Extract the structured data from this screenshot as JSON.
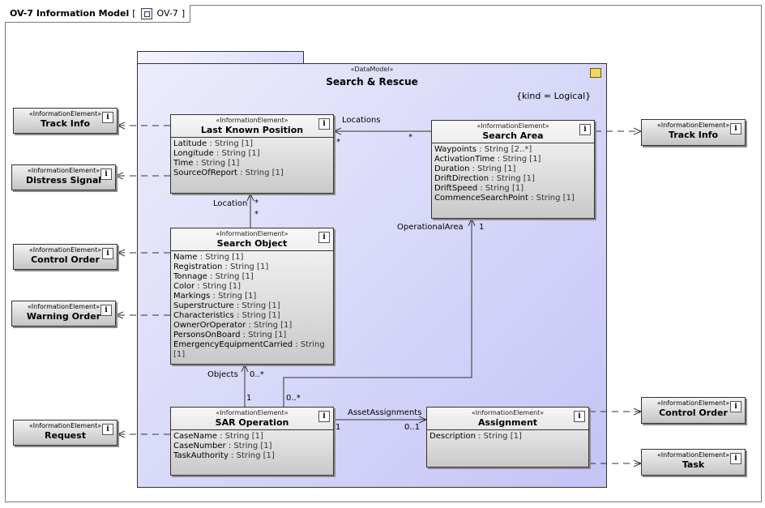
{
  "frame": {
    "title": "OV-7 Information Model",
    "diagram_ref": "OV-7"
  },
  "package": {
    "stereotype": "«DataModel»",
    "name": "Search & Rescue",
    "kind": "{kind = Logical}"
  },
  "classes": {
    "last_known_position": {
      "stereotype": "«InformationElement»",
      "name": "Last Known Position",
      "attrs": [
        {
          "n": "Latitude",
          "t": " : String [1]"
        },
        {
          "n": "Longitude",
          "t": " : String [1]"
        },
        {
          "n": "Time",
          "t": " : String [1]"
        },
        {
          "n": "SourceOfReport",
          "t": " : String [1]"
        }
      ]
    },
    "search_area": {
      "stereotype": "«InformationElement»",
      "name": "Search Area",
      "attrs": [
        {
          "n": "Waypoints",
          "t": " : String [2..*]"
        },
        {
          "n": "ActivationTime",
          "t": " : String [1]"
        },
        {
          "n": "Duration",
          "t": " : String [1]"
        },
        {
          "n": "DriftDirection",
          "t": " : String [1]"
        },
        {
          "n": "DriftSpeed",
          "t": " : String [1]"
        },
        {
          "n": "CommenceSearchPoint",
          "t": " : String [1]"
        }
      ]
    },
    "search_object": {
      "stereotype": "«InformationElement»",
      "name": "Search Object",
      "attrs": [
        {
          "n": "Name",
          "t": " : String [1]"
        },
        {
          "n": "Registration",
          "t": " : String [1]"
        },
        {
          "n": "Tonnage",
          "t": " : String [1]"
        },
        {
          "n": "Color",
          "t": " : String [1]"
        },
        {
          "n": "Markings",
          "t": " : String [1]"
        },
        {
          "n": "Superstructure",
          "t": " : String [1]"
        },
        {
          "n": "Characteristics",
          "t": " : String [1]"
        },
        {
          "n": "OwnerOrOperator",
          "t": " : String [1]"
        },
        {
          "n": "PersonsOnBoard",
          "t": " : String [1]"
        },
        {
          "n": "EmergencyEquipmentCarried",
          "t": " : String [1]"
        }
      ]
    },
    "sar_operation": {
      "stereotype": "«InformationElement»",
      "name": "SAR Operation",
      "attrs": [
        {
          "n": "CaseName",
          "t": " : String [1]"
        },
        {
          "n": "CaseNumber",
          "t": " : String [1]"
        },
        {
          "n": "TaskAuthority",
          "t": " : String [1]"
        }
      ]
    },
    "assignment": {
      "stereotype": "«InformationElement»",
      "name": "Assignment",
      "attrs": [
        {
          "n": "Description",
          "t": " : String [1]"
        }
      ]
    }
  },
  "externals": {
    "track_info_left": {
      "stereotype": "«InformationElement»",
      "name": "Track Info"
    },
    "distress_signal": {
      "stereotype": "«InformationElement»",
      "name": "Distress Signal"
    },
    "control_order_left": {
      "stereotype": "«InformationElement»",
      "name": "Control Order"
    },
    "warning_order": {
      "stereotype": "«InformationElement»",
      "name": "Warning Order"
    },
    "request": {
      "stereotype": "«InformationElement»",
      "name": "Request"
    },
    "track_info_right": {
      "stereotype": "«InformationElement»",
      "name": "Track Info"
    },
    "control_order_right": {
      "stereotype": "«InformationElement»",
      "name": "Control Order"
    },
    "task": {
      "stereotype": "«InformationElement»",
      "name": "Task"
    }
  },
  "associations": {
    "locations": {
      "name": "Locations",
      "end_a": "*",
      "end_b": "*"
    },
    "location": {
      "name": "Location",
      "end_a": "*",
      "end_b": "*"
    },
    "operational_area": {
      "name": "OperationalArea",
      "end_a": "1",
      "end_b": "0..*"
    },
    "objects": {
      "name": "Objects",
      "end_a": "0..*",
      "end_b": "1"
    },
    "asset_assignments": {
      "name": "AssetAssignments",
      "end_a": "1",
      "end_b": "0..1"
    }
  },
  "icons": {
    "info": "i",
    "info_icon_name": "info-icon",
    "diagram_icon_name": "diagram-icon",
    "package_icon_name": "package-icon"
  },
  "colors": {
    "package_fill": "#c4c4f6",
    "class_fill": "#d6d6d6",
    "line": "#333333"
  }
}
